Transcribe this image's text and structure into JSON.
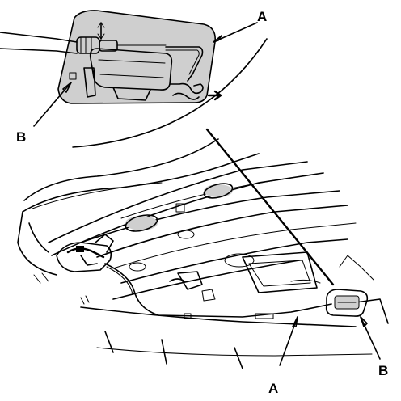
{
  "callouts": {
    "detail_a": "A",
    "detail_b": "B",
    "main_a": "A",
    "main_b": "B"
  },
  "colors": {
    "line": "#000000",
    "shade": "#cfcfcf",
    "background": "#ffffff"
  }
}
